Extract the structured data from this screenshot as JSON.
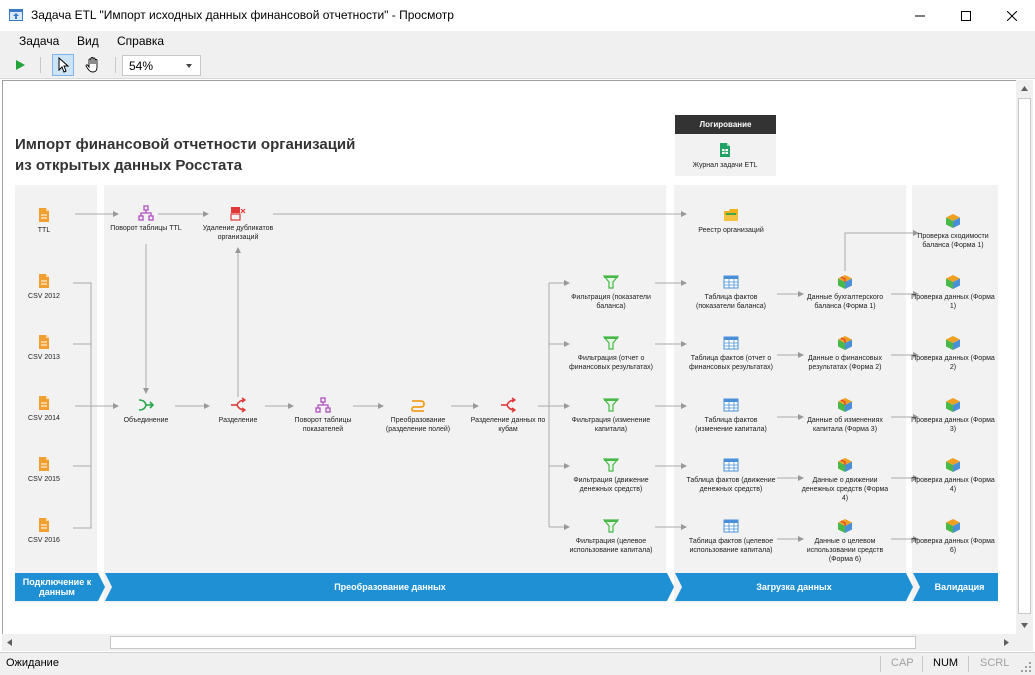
{
  "window": {
    "title": "Задача ETL \"Импорт исходных данных финансовой отчетности\" - Просмотр"
  },
  "menu": {
    "items": [
      {
        "label": "Задача"
      },
      {
        "label": "Вид"
      },
      {
        "label": "Справка"
      }
    ]
  },
  "toolbar": {
    "zoom": "54%"
  },
  "diagram": {
    "title_line1": "Импорт финансовой отчетности организаций",
    "title_line2": "из открытых данных Росстата",
    "logging": {
      "header": "Логирование",
      "item": "Журнал задачи ETL"
    },
    "sources": [
      "TTL",
      "CSV 2012",
      "CSV 2013",
      "CSV 2014",
      "CSV 2015",
      "CSV 2016"
    ],
    "transform": {
      "pivot_ttl": "Поворот таблицы TTL",
      "dedupe": "Удаление дубликатов организаций",
      "union": "Объединение",
      "split": "Разделение",
      "pivot_ind": "Поворот таблицы показателей",
      "convert": "Преобразование (разделение полей)",
      "split_cubes": "Разделение данных по кубам"
    },
    "filters": [
      "Фильтрация (показатели баланса)",
      "Фильтрация (отчет о финансовых результатах)",
      "Фильтрация (изменение капитала)",
      "Фильтрация (движение денежных средств)",
      "Фильтрация (целевое использование капитала)"
    ],
    "registry": "Реестр организаций",
    "fact_tables": [
      "Таблица фактов (показатели баланса)",
      "Таблица фактов (отчет о финансовых результатах)",
      "Таблица фактов (изменение капитала)",
      "Таблица фактов (движение денежных средств)",
      "Таблица фактов (целевое использование капитала)"
    ],
    "cubes": [
      "Данные бухгалтерского баланса (Форма 1)",
      "Данные о финансовых результатах (Форма 2)",
      "Данные об изменениях капитала (Форма 3)",
      "Данные о движении денежных средств (Форма 4)",
      "Данные о целевом использовании средств (Форма 6)"
    ],
    "checks": {
      "balance": "Проверка сходимости баланса (Форма 1)",
      "items": [
        "Проверка данных (Форма 1)",
        "Проверка данных (Форма 2)",
        "Проверка данных (Форма 3)",
        "Проверка данных (Форма 4)",
        "Проверка данных (Форма 6)"
      ]
    },
    "bands": {
      "connect": "Подключение к данным",
      "transform": "Преобразование данных",
      "load": "Загрузка данных",
      "validate": "Валидация"
    },
    "colors": {
      "band": "#1e90d3",
      "panel": "#f2f2f2",
      "file": "#f0a030",
      "pivot": "#b050c0",
      "split": "#e03838",
      "union": "#2aa84a",
      "convert": "#f0a020",
      "filter": "#48b848",
      "table": "#4a90d9",
      "logging_header": "#333333",
      "log_file": "#21a366"
    }
  },
  "status": {
    "text": "Ожидание",
    "cap": "CAP",
    "num": "NUM",
    "scrl": "SCRL"
  }
}
